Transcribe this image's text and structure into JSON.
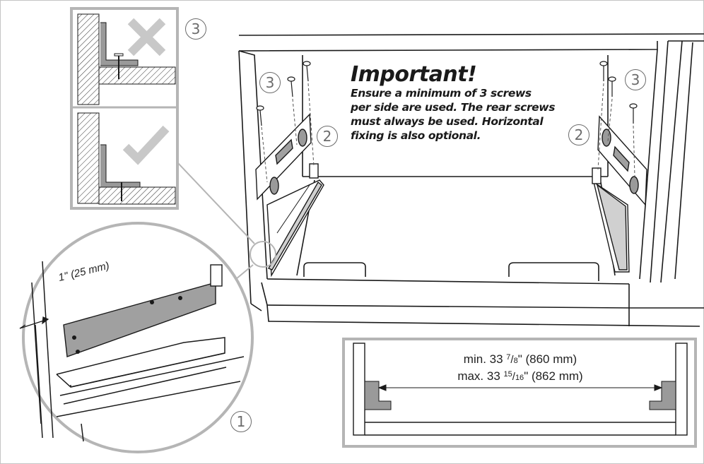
{
  "important": {
    "title": "Important!",
    "lines": [
      "Ensure a minimum of 3 screws",
      "per side are used. The rear screws",
      "must always be used. Horizontal",
      "fixing is also optional."
    ]
  },
  "callouts": {
    "step1": "1",
    "step2": "2",
    "step3": "3"
  },
  "detail_measurement": "1\" (25 mm)",
  "width_spec": {
    "min_prefix": "min. 33 ",
    "min_num": "7",
    "min_den": "8",
    "min_suffix": "\" (860 mm)",
    "max_prefix": "max. 33 ",
    "max_num": "15",
    "max_den": "16",
    "max_suffix": "\" (862 mm)"
  },
  "icons": {
    "wrong": "cross-icon",
    "correct": "check-icon"
  },
  "colors": {
    "line": "#1a1a1a",
    "detail_frame": "#b5b5b5",
    "icon_grey": "#c8c8c8",
    "rail_grey": "#a0a0a0"
  }
}
